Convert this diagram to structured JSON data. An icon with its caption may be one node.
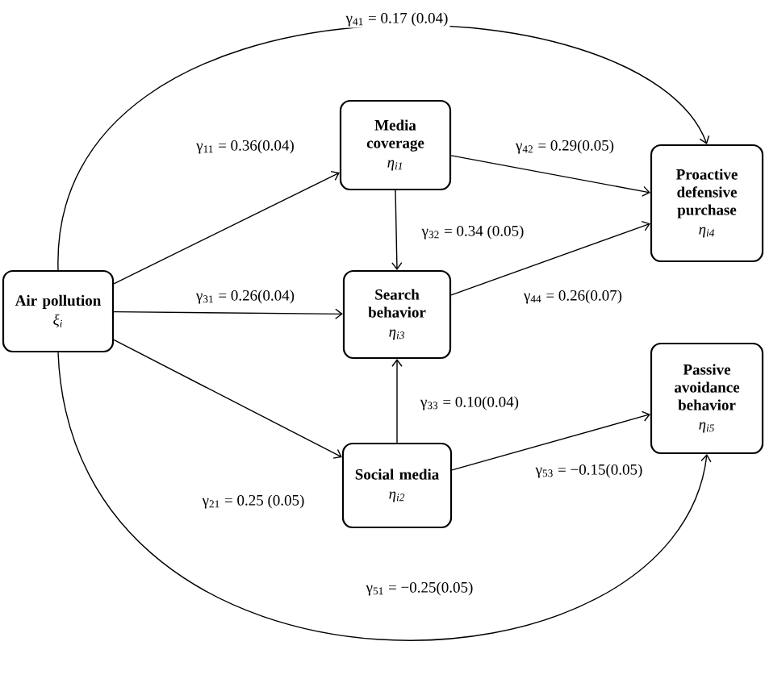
{
  "diagram": {
    "nodes": [
      {
        "text": [
          "Air pollution",
          "ξ$_{i}$"
        ]
      },
      {
        "text": [
          "Media coverage",
          "η$_{i1}$"
        ]
      },
      {
        "text": [
          "Search behavior",
          "η$_{i3}$"
        ]
      },
      {
        "text": [
          "Social media",
          "η$_{i2}$"
        ]
      },
      {
        "text": [
          "Proactive defensive purchase",
          "η$_{i4}$"
        ]
      },
      {
        "text": [
          "Passive avoidance behavior",
          "η$_{i5}$"
        ]
      }
    ],
    "edges": [
      {
        "from": 0,
        "to": 4,
        "arrow": "to",
        "label": "γ$_{41}$ = 0.17 (0.04)"
      },
      {
        "from": 0,
        "to": 1,
        "arrow": "to",
        "label": "γ$_{11}$ = 0.36(0.04)"
      },
      {
        "from": 1,
        "to": 4,
        "arrow": "to",
        "label": "γ$_{42}$ = 0.29(0.05)"
      },
      {
        "from": 1,
        "to": 2,
        "arrow": "to",
        "label": "γ$_{32}$ = 0.34 (0.05)"
      },
      {
        "from": 0,
        "to": 2,
        "arrow": "to",
        "label": "γ$_{31}$ = 0.26(0.04)"
      },
      {
        "from": 2,
        "to": 4,
        "arrow": "to",
        "label": "γ$_{44}$ = 0.26(0.07)"
      },
      {
        "from": 3,
        "to": 2,
        "arrow": "to",
        "label": "γ$_{33}$ = 0.10(0.04)"
      },
      {
        "from": 3,
        "to": 5,
        "arrow": "to",
        "label": "γ$_{53}$ = −0.15(0.05)"
      },
      {
        "from": 0,
        "to": 3,
        "arrow": "to",
        "label": "γ$_{21}$ = 0.25 (0.05)"
      },
      {
        "from": 0,
        "to": 5,
        "arrow": "to",
        "label": "γ$_{51}$ = −0.25(0.05)"
      }
    ]
  }
}
